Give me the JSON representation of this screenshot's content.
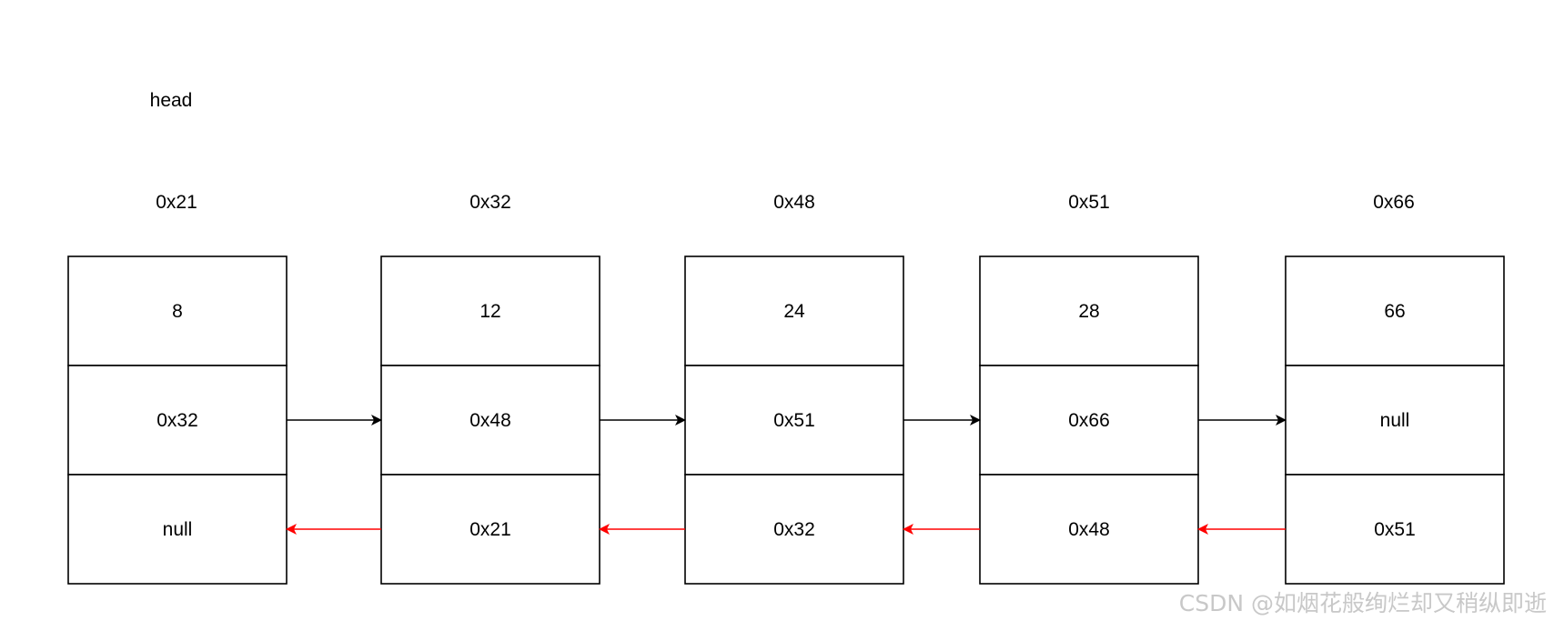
{
  "head_label": "head",
  "nodes": [
    {
      "address": "0x21",
      "value": "8",
      "next": "0x32",
      "prev": "null"
    },
    {
      "address": "0x32",
      "value": "12",
      "next": "0x48",
      "prev": "0x21"
    },
    {
      "address": "0x48",
      "value": "24",
      "next": "0x51",
      "prev": "0x32"
    },
    {
      "address": "0x51",
      "value": "28",
      "next": "0x66",
      "prev": "0x48"
    },
    {
      "address": "0x66",
      "value": "66",
      "next": "null",
      "prev": "0x51"
    }
  ],
  "colors": {
    "next_arrow": "#000000",
    "prev_arrow": "#ff0000"
  },
  "watermark": "CSDN @如烟花般绚烂却又稍纵即逝"
}
